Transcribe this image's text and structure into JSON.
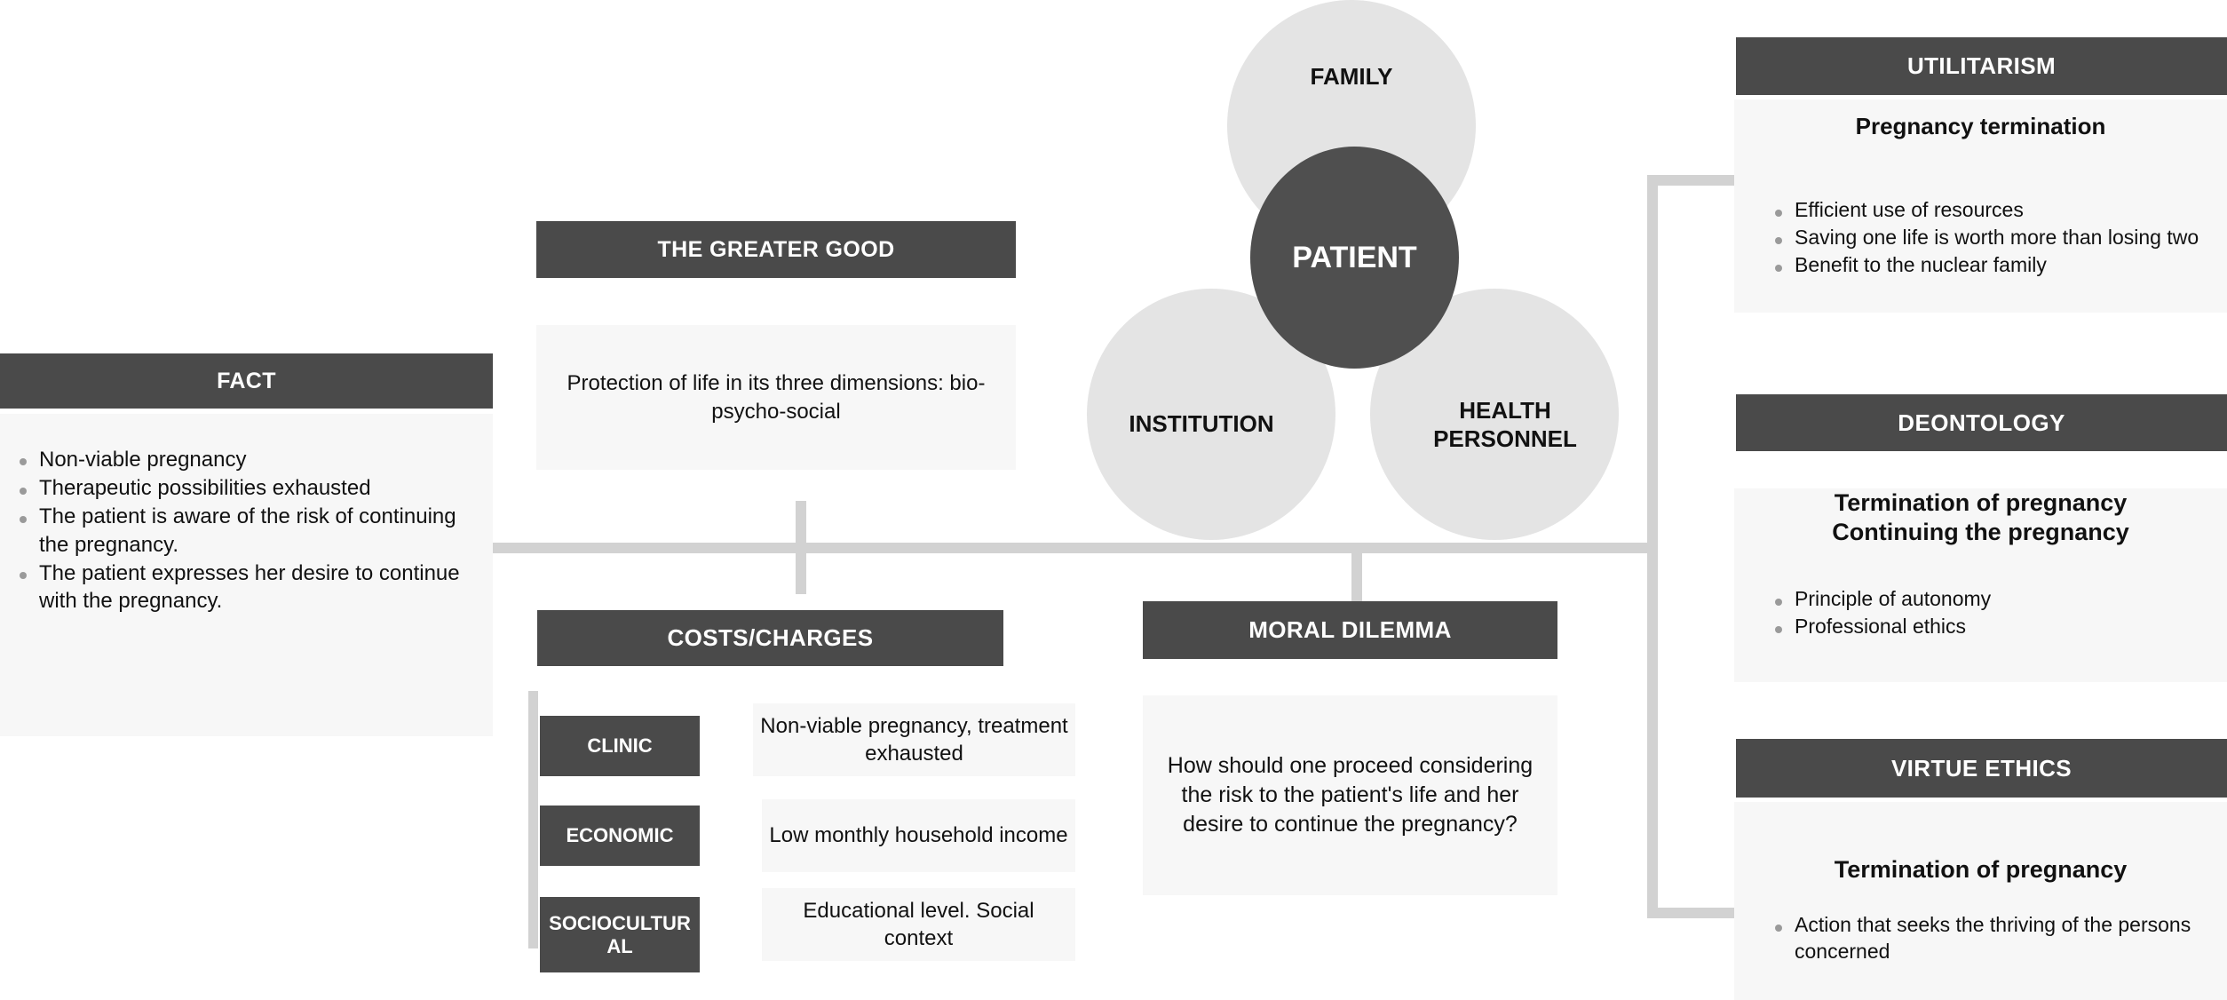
{
  "fact": {
    "title": "FACT",
    "bullets": [
      "Non-viable pregnancy",
      "Therapeutic possibilities exhausted",
      "The patient is aware of the risk of continuing the pregnancy.",
      "The patient expresses her desire to continue with the pregnancy."
    ]
  },
  "greater_good": {
    "title": "THE GREATER GOOD",
    "text": "Protection of life in its three dimensions: bio-psycho-social"
  },
  "stakeholders": {
    "center": "PATIENT",
    "top": "FAMILY",
    "left": "INSTITUTION",
    "right": "HEALTH PERSONNEL"
  },
  "costs": {
    "title": "COSTS/CHARGES",
    "rows": [
      {
        "label": "CLINIC",
        "value": "Non-viable pregnancy, treatment exhausted"
      },
      {
        "label": "ECONOMIC",
        "value": "Low monthly household income"
      },
      {
        "label": "SOCIOCULTUR AL",
        "value": "Educational level. Social context"
      }
    ]
  },
  "moral_dilemma": {
    "title": "MORAL DILEMMA",
    "text": "How should one proceed considering the risk to the patient's life and her desire to continue the pregnancy?"
  },
  "frameworks": [
    {
      "title": "UTILITARISM",
      "lead": "Pregnancy termination",
      "bullets": [
        "Efficient use of resources",
        "Saving one life is worth more than losing two",
        "Benefit to the nuclear family"
      ]
    },
    {
      "title": "DEONTOLOGY",
      "lead": "Termination of pregnancy\nContinuing the pregnancy",
      "bullets": [
        "Principle of autonomy",
        "Professional ethics"
      ]
    },
    {
      "title": "VIRTUE ETHICS",
      "lead": "Termination of pregnancy",
      "bullets": [
        "Action that seeks the thriving of the persons concerned"
      ]
    }
  ],
  "colors": {
    "header_dark": "#4a4a4a",
    "body_light": "#f7f7f7",
    "circle_light": "#e4e4e4",
    "circle_center": "#4f4f4f",
    "connector": "#d2d2d2",
    "bullet": "#9a9a9a",
    "page": "#ffffff"
  }
}
